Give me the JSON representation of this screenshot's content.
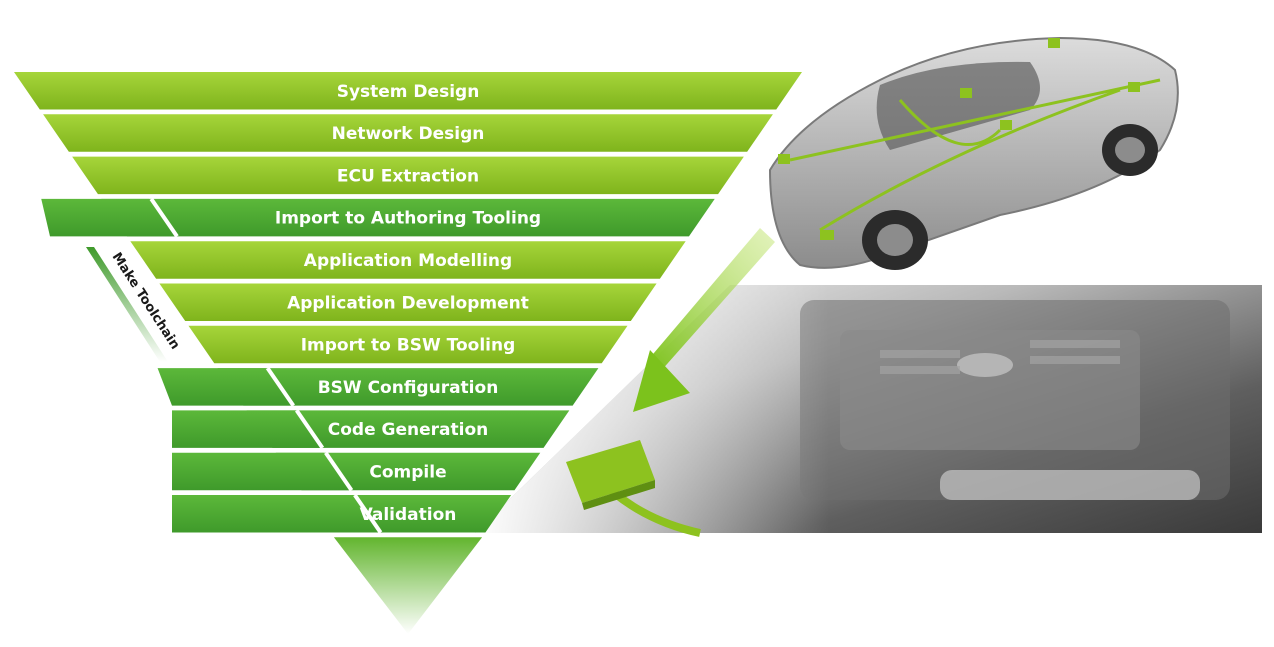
{
  "diagram": {
    "steps": [
      {
        "label": "System Design",
        "tone": "light"
      },
      {
        "label": "Network Design",
        "tone": "light"
      },
      {
        "label": "ECU Extraction",
        "tone": "light"
      },
      {
        "label": "Import to Authoring Tooling",
        "tone": "dark"
      },
      {
        "label": "Application Modelling",
        "tone": "light"
      },
      {
        "label": "Application Development",
        "tone": "light"
      },
      {
        "label": "Import to BSW Tooling",
        "tone": "light"
      },
      {
        "label": "BSW Configuration",
        "tone": "dark"
      },
      {
        "label": "Code Generation",
        "tone": "dark"
      },
      {
        "label": "Compile",
        "tone": "dark"
      },
      {
        "label": "Validation",
        "tone": "dark"
      }
    ],
    "side_label": "Make Toolchain",
    "colors": {
      "light_green": "#8dc21f",
      "dark_green": "#4aa832",
      "text": "#ffffff",
      "side_label": "#1a1a1a"
    }
  }
}
